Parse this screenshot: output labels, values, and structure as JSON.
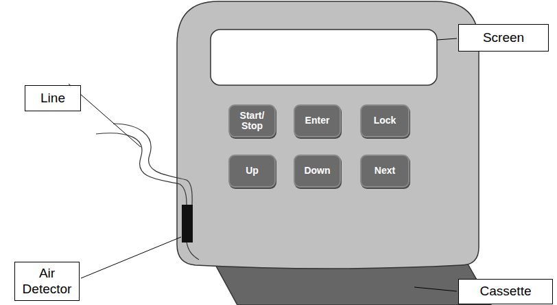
{
  "diagram": {
    "nodes": [
      {
        "text": [
          "Screen"
        ]
      },
      {
        "text": [
          "Line"
        ]
      },
      {
        "text": [
          "Start/ Stop"
        ]
      },
      {
        "text": [
          "Enter"
        ]
      },
      {
        "text": [
          "Lock"
        ]
      },
      {
        "text": [
          "Up"
        ]
      },
      {
        "text": [
          "Down"
        ]
      },
      {
        "text": [
          "Next"
        ]
      },
      {
        "text": [
          "Air Detector"
        ]
      },
      {
        "text": [
          "Cassette"
        ]
      }
    ]
  }
}
